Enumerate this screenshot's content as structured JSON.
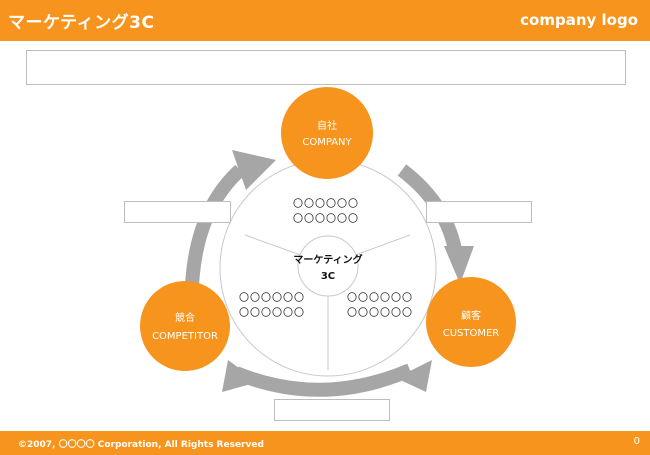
{
  "header": {
    "title": "マーケティング3C",
    "logo": "company logo"
  },
  "nodes": {
    "company": {
      "jp": "自社",
      "en": "COMPANY"
    },
    "competitor": {
      "jp": "競合",
      "en": "COMPETITOR"
    },
    "customer": {
      "jp": "顧客",
      "en": "CUSTOMER"
    }
  },
  "center": {
    "line1": "マーケティング",
    "line2": "3C"
  },
  "segments": {
    "top": [
      "〇〇〇〇〇〇",
      "〇〇〇〇〇〇"
    ],
    "left": [
      "〇〇〇〇〇〇",
      "〇〇〇〇〇〇"
    ],
    "right": [
      "〇〇〇〇〇〇",
      "〇〇〇〇〇〇"
    ]
  },
  "footer": {
    "copyright": "©2007, 〇〇〇〇 Corporation, All Rights Reserved",
    "page": "0"
  },
  "colors": {
    "accent": "#F7941D",
    "arrow": "#A6A6A6"
  }
}
